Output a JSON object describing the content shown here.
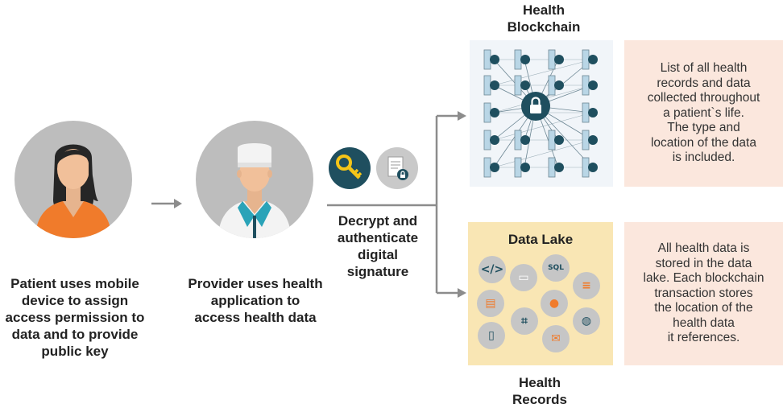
{
  "patient": {
    "caption": "Patient uses mobile device to assign access permission to data and to provide public key",
    "avatar_icon": "female-patient-icon"
  },
  "provider": {
    "caption": "Provider uses health application to access health data",
    "avatar_icon": "doctor-icon"
  },
  "security": {
    "key_icon": "key-icon",
    "document_icon": "locked-document-icon",
    "caption": "Decrypt and authenticate digital signature"
  },
  "blockchain": {
    "title": "Health\nBlockchain",
    "description": "List of all health\nrecords and data\ncollected throughout\na patient`s life.\nThe type and\nlocation of the data\nis included.",
    "center_icon": "lock-icon",
    "node_icon": "server-node-icon"
  },
  "data_lake": {
    "title": "Data Lake",
    "caption": "Health\nRecords",
    "description": "All health data is\nstored in the data\nlake. Each blockchain\ntransaction stores\nthe location of the\nhealth data\nit references.",
    "icons": [
      "code-icon",
      "browser-window-icon",
      "sql-file-icon",
      "database-icon",
      "document-icon",
      "user-icon",
      "globe-icon",
      "mobile-phone-icon",
      "monitor-chart-icon",
      "email-icon"
    ]
  },
  "colors": {
    "gray_circle": "#bdbdbd",
    "note_bg": "#fbe7dd",
    "lake_bg": "#f9e6b4",
    "teal_dark": "#1f4f5f",
    "arrow": "#8c8c8c",
    "orange": "#f07b2b"
  }
}
